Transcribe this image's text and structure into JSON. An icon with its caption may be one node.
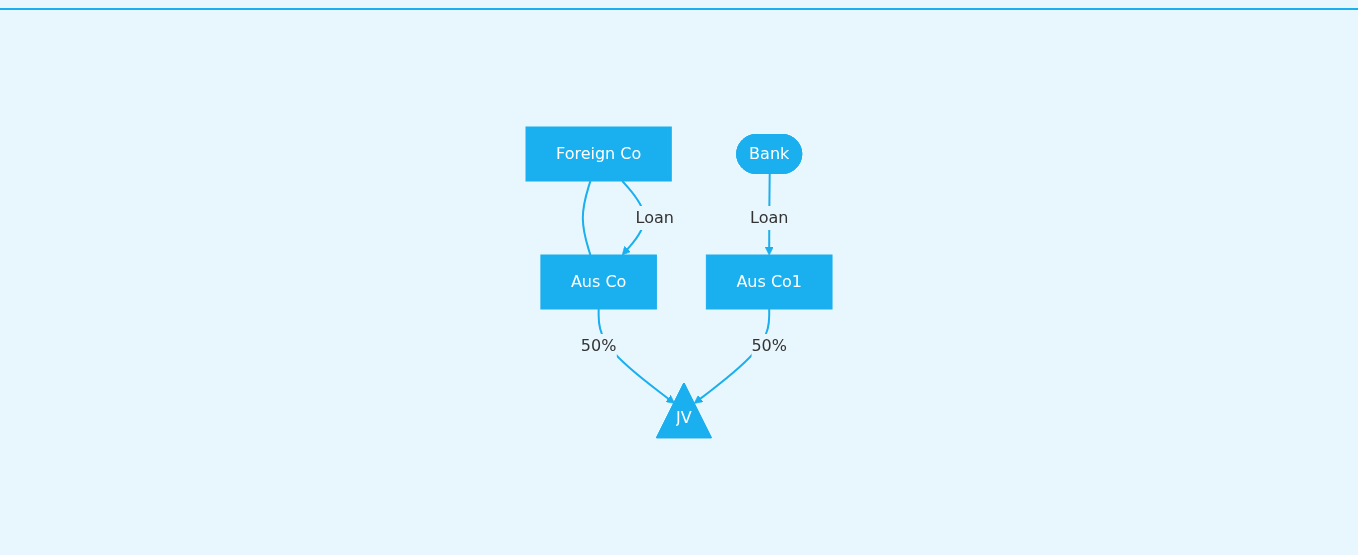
{
  "diagram": {
    "nodes": [
      {
        "text": [
          "Foreign Co"
        ]
      },
      {
        "text": [
          "Aus Co"
        ]
      },
      {
        "text": [
          "Aus Co1"
        ]
      },
      {
        "text": [
          "Bank"
        ]
      },
      {
        "text": [
          "JV"
        ]
      }
    ],
    "edges": [
      {
        "from": 0,
        "to": 1,
        "arrow": "none"
      },
      {
        "from": 0,
        "to": 1,
        "arrow": "to",
        "label": "Loan"
      },
      {
        "from": 3,
        "to": 2,
        "arrow": "to",
        "label": "Loan"
      },
      {
        "from": 1,
        "to": 4,
        "arrow": "to",
        "label": "50%"
      },
      {
        "from": 2,
        "to": 4,
        "arrow": "to",
        "label": "50%"
      }
    ]
  }
}
